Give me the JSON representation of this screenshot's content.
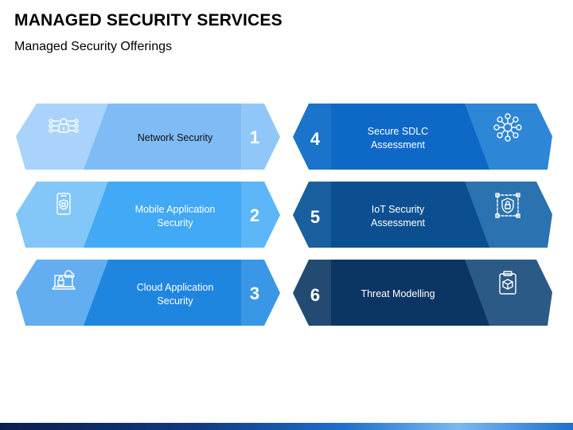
{
  "header": {
    "title": "MANAGED SECURITY SERVICES",
    "subtitle": "Managed Security Offerings"
  },
  "left_items": [
    {
      "number": "1",
      "line1": "Network Security",
      "line2": "",
      "icon": "network-lock-icon"
    },
    {
      "number": "2",
      "line1": "Mobile Application",
      "line2": "Security",
      "icon": "mobile-shield-icon"
    },
    {
      "number": "3",
      "line1": "Cloud Application",
      "line2": "Security",
      "icon": "laptop-cloud-lock-icon"
    }
  ],
  "right_items": [
    {
      "number": "4",
      "line1": "Secure SDLC",
      "line2": "Assessment",
      "icon": "hub-network-icon"
    },
    {
      "number": "5",
      "line1": "IoT Security",
      "line2": "Assessment",
      "icon": "iot-shield-lock-icon"
    },
    {
      "number": "6",
      "line1": "Threat Modelling",
      "line2": "",
      "icon": "clipboard-cube-icon"
    }
  ],
  "colors": {
    "left_rows": [
      {
        "body": "#7fbcf6",
        "tab": "#a9d3fa",
        "num": "#91c7f8",
        "shadow": "#5a93cf"
      },
      {
        "body": "#41a9f5",
        "tab": "#82c7f8",
        "num": "#5cb6f7",
        "shadow": "#2a7fc4"
      },
      {
        "body": "#1f86e0",
        "tab": "#62aef0",
        "num": "#3a97e6",
        "shadow": "#1562aa"
      }
    ],
    "right_rows": [
      {
        "body": "#0e68c6",
        "tab": "#2d87d6",
        "num": "#1a74cc",
        "shadow": "#0a4f99"
      },
      {
        "body": "#0c4f90",
        "tab": "#2a72b0",
        "num": "#1a5f9e",
        "shadow": "#083a6a"
      },
      {
        "body": "#0b3563",
        "tab": "#2b5a86",
        "num": "#234b72",
        "shadow": "#062040"
      }
    ]
  }
}
